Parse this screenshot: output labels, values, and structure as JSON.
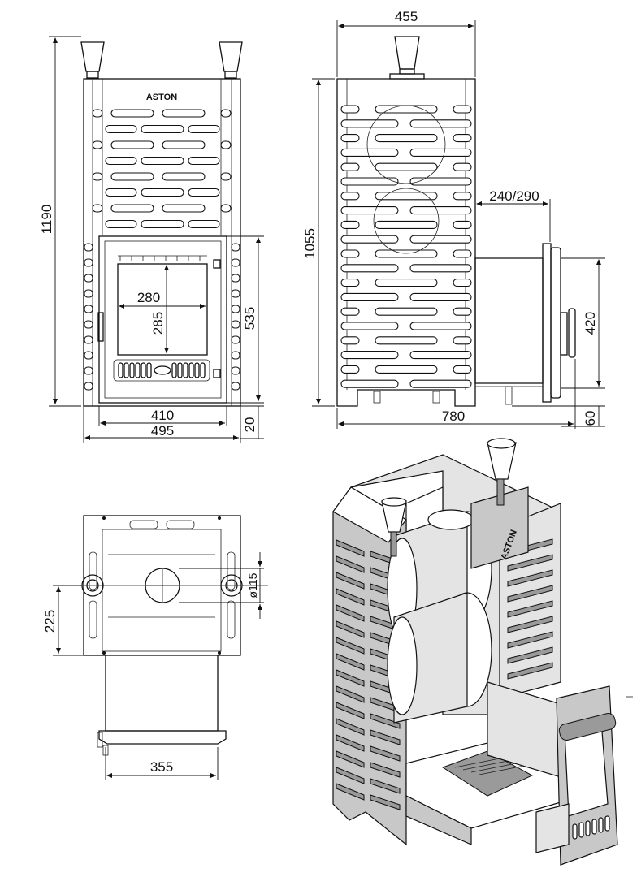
{
  "brand": {
    "logo_text": "ASTON"
  },
  "front_view": {
    "height_total": "1190",
    "width_inner": "410",
    "width_outer": "495",
    "glass_width": "280",
    "glass_height": "285",
    "door_height": "535",
    "base_height": "20"
  },
  "side_view": {
    "width_top": "455",
    "height_body": "1055",
    "tunnel_length": "240/290",
    "door_height": "420",
    "depth_total": "780",
    "base_height": "60"
  },
  "top_view": {
    "offset": "225",
    "flue_diameter": "ø115",
    "tunnel_width": "355"
  },
  "iso_view": {
    "logo_text": "ASTON"
  }
}
